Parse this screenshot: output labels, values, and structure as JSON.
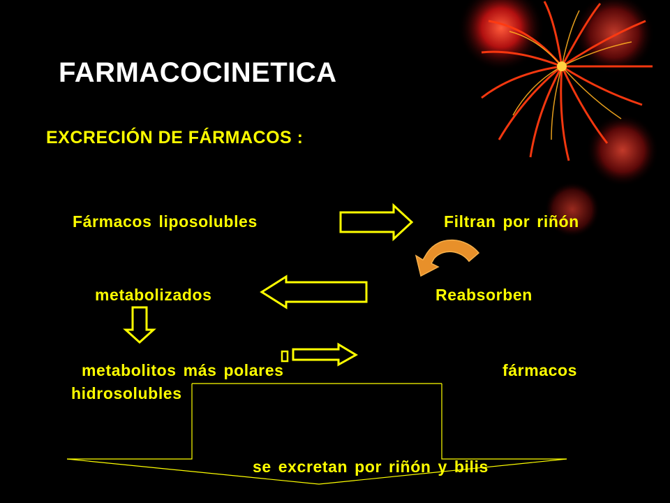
{
  "title": "FARMACOCINETICA",
  "subtitle": "EXCRECIÓN DE FÁRMACOS :",
  "flow": {
    "liposolubles": "Fármacos liposolubles",
    "filtran": "Filtran por riñón",
    "metabolizados": "metabolizados",
    "reabsorben": "Reabsorben",
    "metabolitos": "metabolitos más polares",
    "farmacos": "fármacos",
    "hidrosolubles": "hidrosolubles",
    "excretan": "se excretan por riñón y bilis"
  },
  "colors": {
    "background": "#000000",
    "title": "#ffffff",
    "text": "#ffff00",
    "curved_arrow": "#e8902a"
  }
}
